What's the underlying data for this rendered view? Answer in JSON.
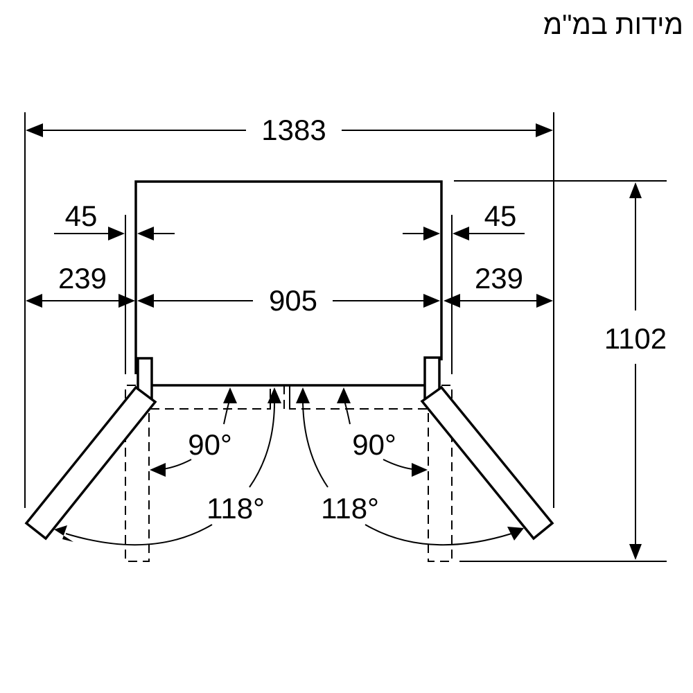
{
  "header": {
    "title": "מידות במ\"מ"
  },
  "dimensions": {
    "overall_width_doors_open": "1383",
    "cabinet_width": "905",
    "side_clearance_left": "239",
    "side_clearance_right": "239",
    "hinge_offset_left": "45",
    "hinge_offset_right": "45",
    "overall_depth": "1102"
  },
  "angles": {
    "left_door_90": "90°",
    "right_door_90": "90°",
    "left_door_118": "118°",
    "right_door_118": "118°"
  },
  "colors": {
    "line": "#000000",
    "background": "#ffffff"
  }
}
